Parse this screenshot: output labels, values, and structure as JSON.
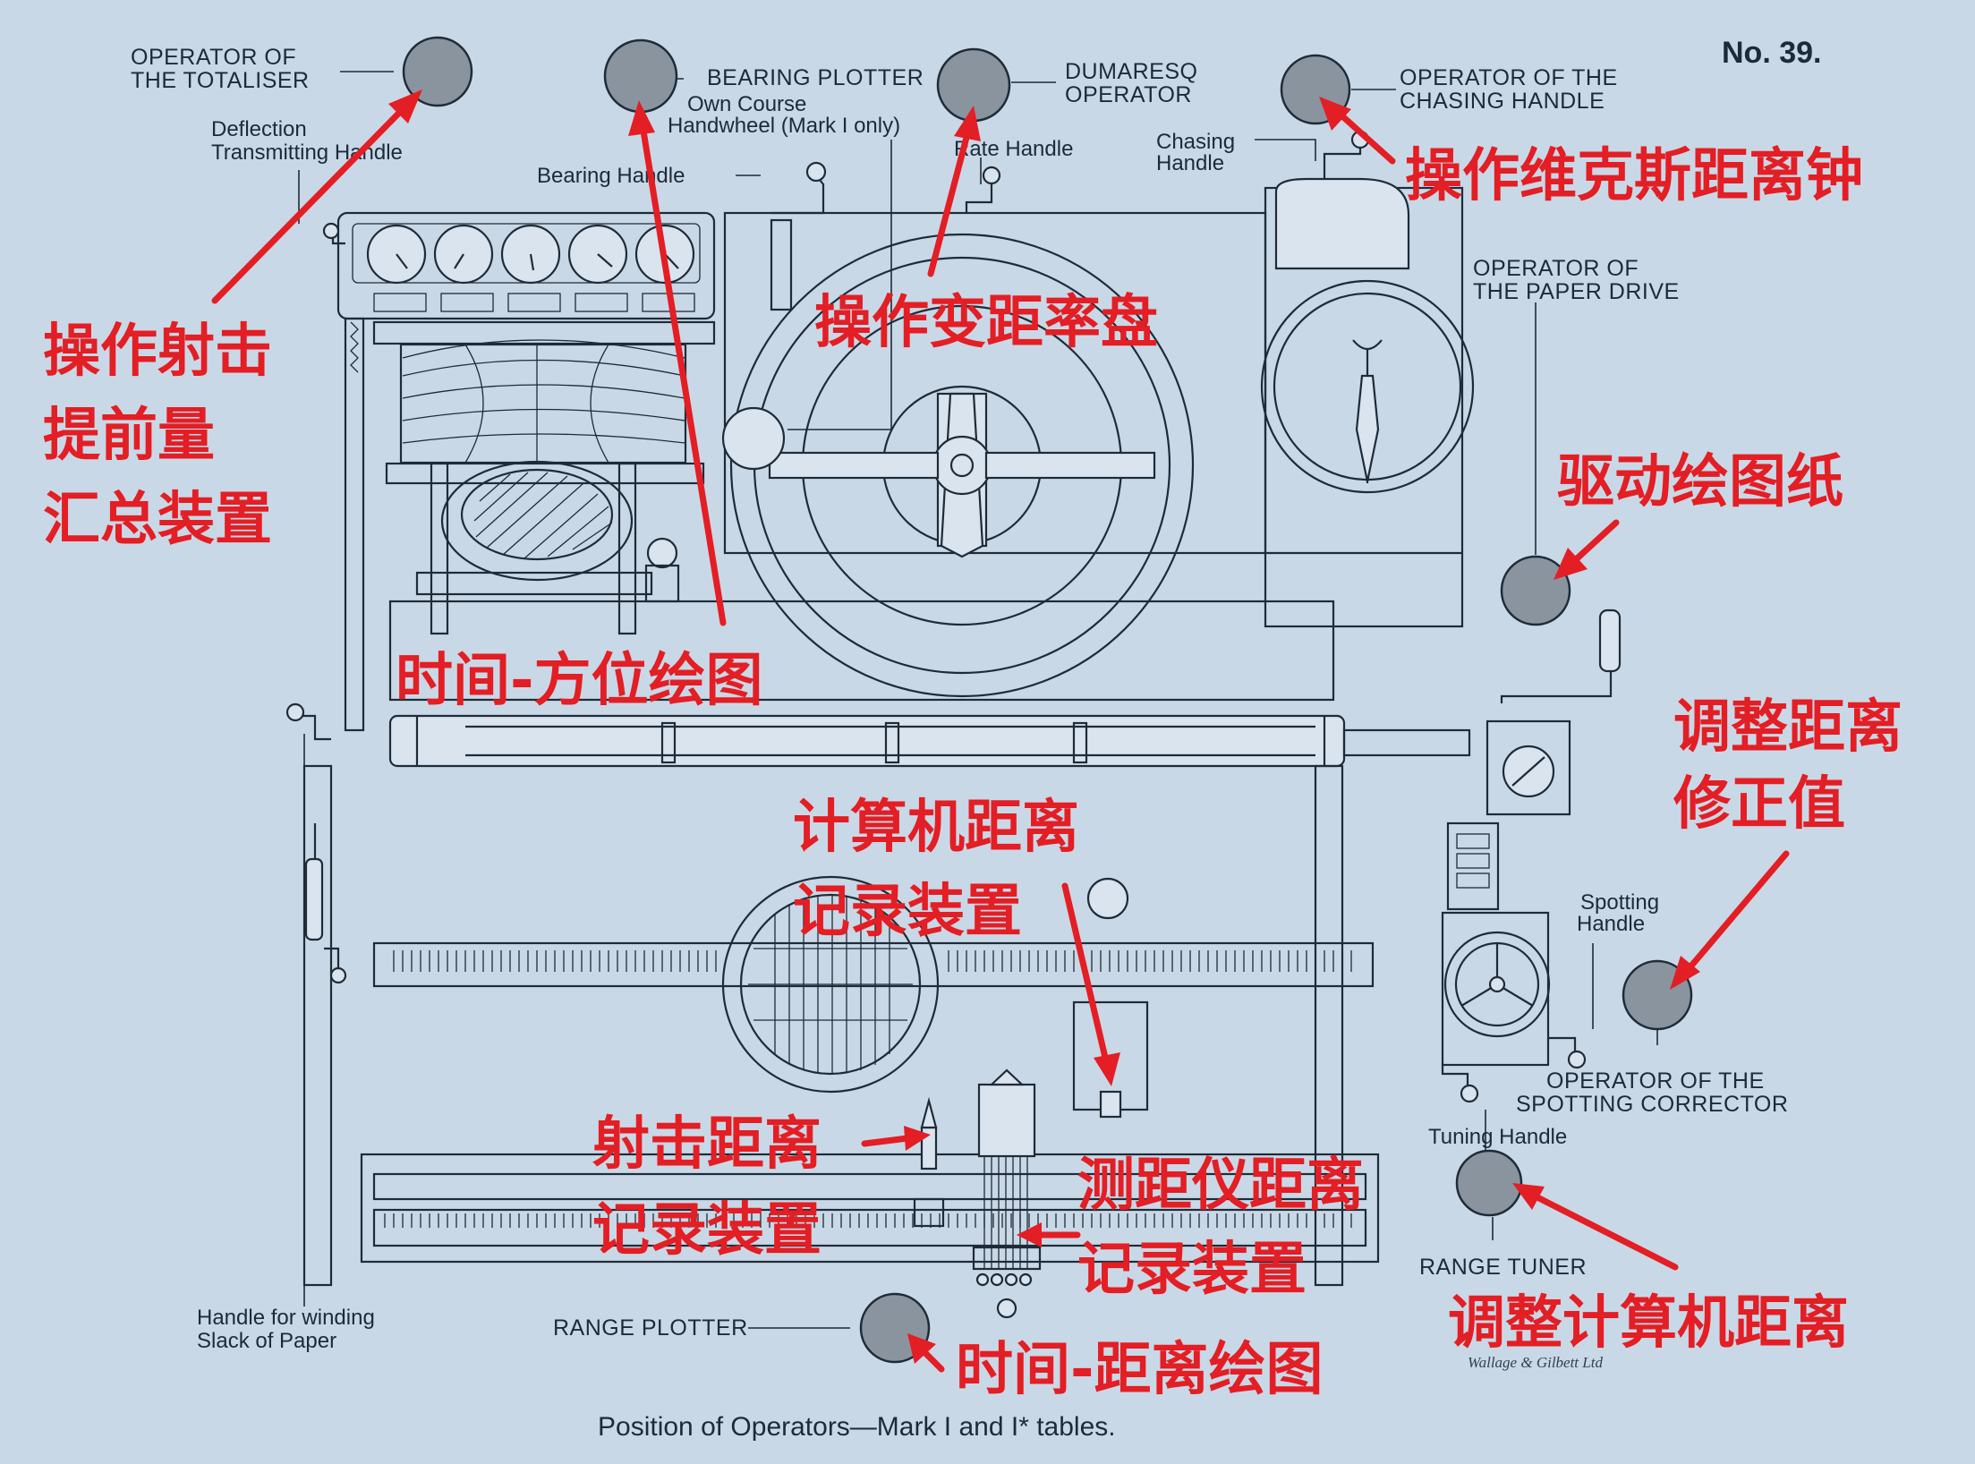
{
  "plate_number": "No. 39.",
  "caption": "Position of Operators—Mark I and I* tables.",
  "publisher": "Wallage & Gilbett Ltd",
  "colors": {
    "background": "#c9d8e6",
    "line": "#1e2b38",
    "operator_disc": "#8a949e",
    "annotation_red": "#e31e24"
  },
  "operators": {
    "totaliser": [
      "OPERATOR OF",
      "THE TOTALISER"
    ],
    "bearing_plotter": "BEARING PLOTTER",
    "dumaresq": [
      "DUMARESQ",
      "OPERATOR"
    ],
    "chasing_handle": [
      "OPERATOR OF THE",
      "CHASING HANDLE"
    ],
    "paper_drive": [
      "OPERATOR OF",
      "THE PAPER DRIVE"
    ],
    "spotting_corrector": [
      "OPERATOR OF THE",
      "SPOTTING CORRECTOR"
    ],
    "range_tuner": "RANGE TUNER",
    "range_plotter": "RANGE PLOTTER"
  },
  "labels": {
    "deflection": [
      "Deflection",
      "Transmitting Handle"
    ],
    "own_course": [
      "Own Course",
      "Handwheel (Mark I only)"
    ],
    "rate_handle": "Rate Handle",
    "chasing": [
      "Chasing",
      "Handle"
    ],
    "bearing_handle": "Bearing Handle",
    "spotting": [
      "Spotting",
      "Handle"
    ],
    "tuning_handle": "Tuning Handle",
    "winding": [
      "Handle for winding",
      "Slack of Paper"
    ]
  },
  "annotations_zh": {
    "totaliser": [
      "操作射击",
      "提前量",
      "汇总装置"
    ],
    "chasing": "操作维克斯距离钟",
    "rate_dial": "操作变距率盘",
    "paper_drive": "驱动绘图纸",
    "time_bearing_plot": "时间-方位绘图",
    "spotting_correction": [
      "调整距离",
      "修正值"
    ],
    "clock_range_recorder": [
      "计算机距离",
      "记录装置"
    ],
    "gun_range_recorder": [
      "射击距离",
      "记录装置"
    ],
    "rangefinder_recorder": [
      "测距仪距离",
      "记录装置"
    ],
    "tune_clock_range": "调整计算机距离",
    "time_range_plot": "时间-距离绘图"
  }
}
